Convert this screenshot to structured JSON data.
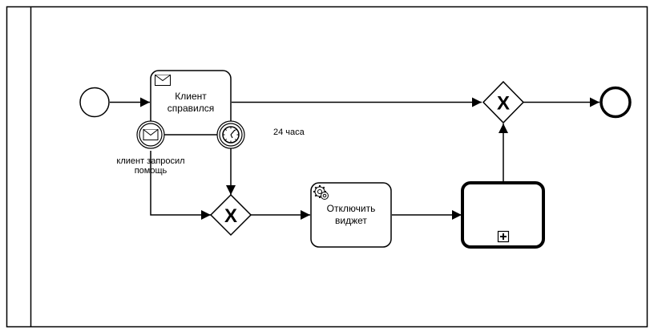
{
  "diagram": {
    "task_receive": {
      "line1": "Клиент",
      "line2": "справился",
      "icon": "envelope-icon"
    },
    "task_service": {
      "line1": "Отключить",
      "line2": "виджет",
      "icon": "gear-icon"
    },
    "subprocess": {
      "icon": "plus-box-icon"
    },
    "boundary_message": {
      "label_line1": "клиент запросил",
      "label_line2": "помощь",
      "icon": "envelope-icon"
    },
    "boundary_timer": {
      "label": "24 часа",
      "icon": "clock-icon"
    },
    "gateways": [
      {
        "type": "exclusive",
        "marker": "X"
      },
      {
        "type": "exclusive",
        "marker": "X"
      }
    ],
    "events": {
      "start": "start-event",
      "end": "end-event"
    }
  }
}
